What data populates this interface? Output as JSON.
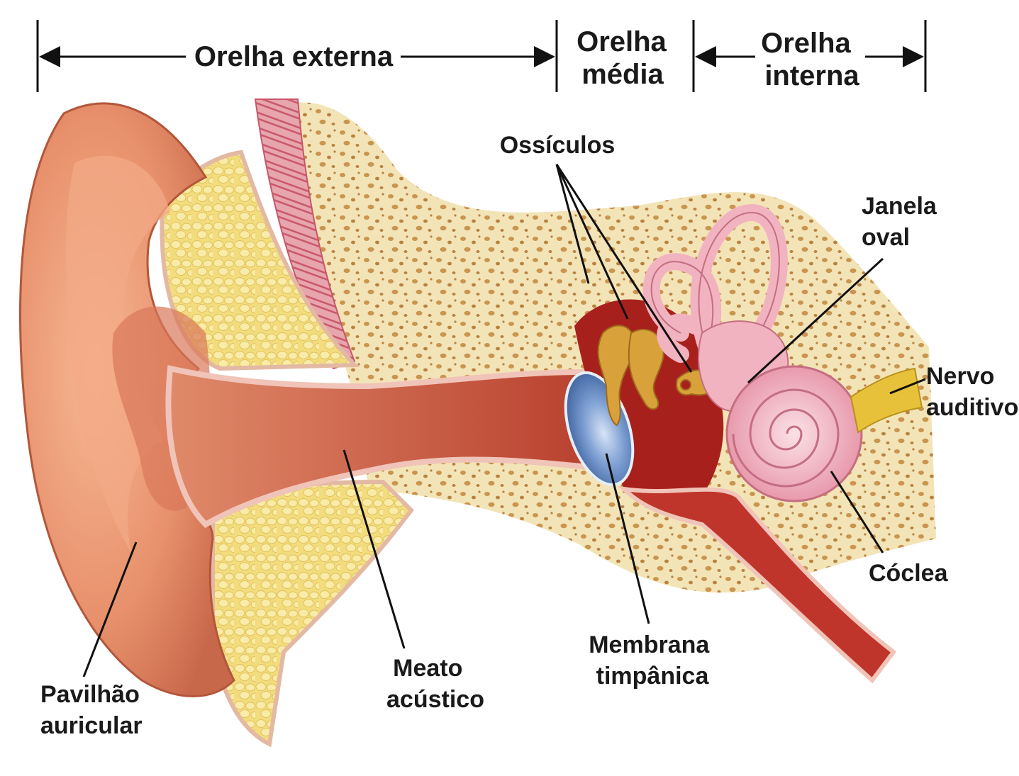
{
  "sections": {
    "outer": "Orelha externa",
    "middle": [
      "Orelha",
      "média"
    ],
    "inner": [
      "Orelha",
      "interna"
    ]
  },
  "labels": {
    "ossicles": "Ossículos",
    "oval_window": [
      "Janela",
      "oval"
    ],
    "auditory_nerve": [
      "Nervo",
      "auditivo"
    ],
    "cochlea": "Cóclea",
    "tympanic_membrane": [
      "Membrana",
      "timpânica"
    ],
    "acoustic_meatus": [
      "Meato",
      "acústico"
    ],
    "auricle": [
      "Pavilhão",
      "auricular"
    ]
  },
  "colors": {
    "skin": "#e8916c",
    "skin_dark": "#c8684a",
    "fat": "#f3dc7e",
    "bone": "#f3e4b8",
    "bone_pore": "#c9954f",
    "canal": "#c8573f",
    "middle_cavity": "#a8201c",
    "ossicle": "#d9a13a",
    "eardrum": "#5f86c2",
    "labyrinth": "#f2b3c0",
    "nerve": "#e8c13a",
    "muscle": "#d96b7e"
  }
}
